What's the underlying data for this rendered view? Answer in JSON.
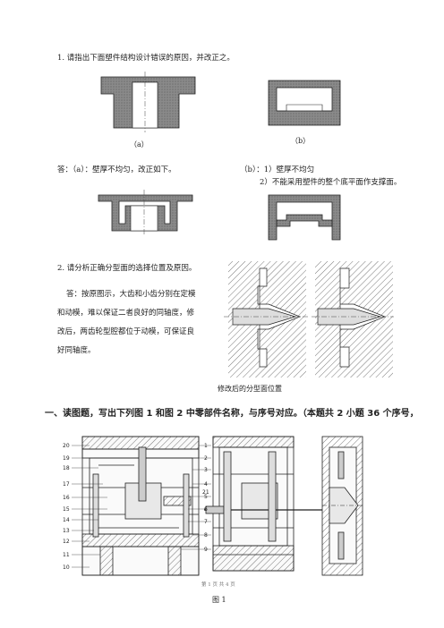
{
  "q1": {
    "question": "1. 请指出下面塑件结构设计错误的原因，并改正之。",
    "label_a": "（a）",
    "label_b": "（b）",
    "answer_a": "答：（a）：壁厚不均匀，改正如下。",
    "answer_b1": "（b）：1）壁厚不均匀",
    "answer_b2": "2）不能采用塑件的整个底平面作支撑面。"
  },
  "q2": {
    "question": "2. 请分析正确分型面的选择位置及原因。",
    "answer_lines": [
      "答：按原图示，大齿和小齿分别在定模",
      "和动模，难以保证二者良好的同轴度，修",
      "改后，两齿轮型腔都位于动模，可保证良",
      "好同轴度。"
    ],
    "caption": "修改后的分型面位置"
  },
  "section1": {
    "title": "一、读图题，写出下列图 1 和图 2 中零部件名称，与序号对应。（本题共 2 小题 36 个序号，"
  },
  "figure1": {
    "left_numbers": [
      "20",
      "19",
      "18",
      "17",
      "16",
      "15",
      "14",
      "13",
      "12",
      "11",
      "10"
    ],
    "right_numbers": [
      "1",
      "2",
      "3",
      "4",
      "5",
      "6",
      "7",
      "8",
      "9"
    ],
    "mid_number": "21",
    "footer": "第 1 页 共 4 页",
    "caption": "图 1"
  }
}
